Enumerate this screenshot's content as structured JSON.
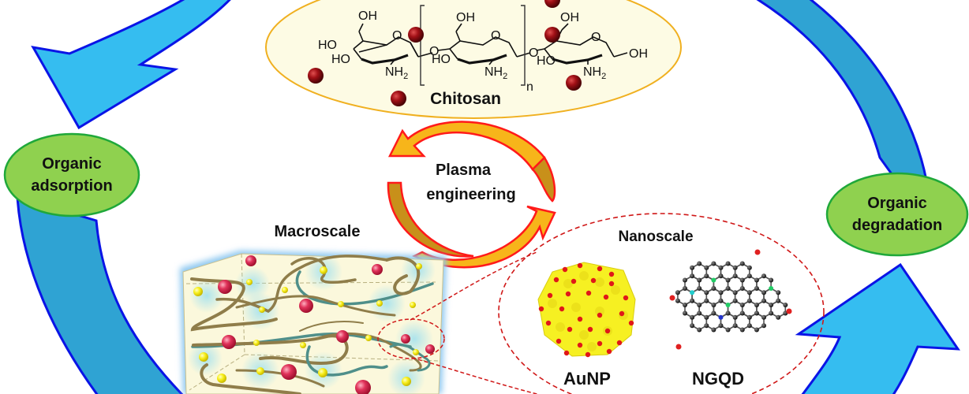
{
  "diagram": {
    "title": "Plasma-engineered chitosan nanocomposite cycle",
    "colors": {
      "cycle_arrow_fill": "#35bdf0",
      "cycle_arrow_dark": "#2fa3d3",
      "cycle_arrow_stroke": "#0a14e6",
      "node_fill": "#8fd14f",
      "node_stroke": "#1fa83a",
      "chitosan_fill": "#fdfbe4",
      "chitosan_stroke": "#f0b020",
      "plasma_arrow_fill": "#f7b51a",
      "plasma_arrow_dark": "#c8901a",
      "plasma_arrow_stroke": "#ff1a1a",
      "dashed_red": "#d01818",
      "bead_dark_red": "#9a0f12",
      "bead_pink": "#e0325a",
      "bead_yellow": "#f7ee1a",
      "fiber": "#8f7d4a",
      "fiber_teal": "#4f8f8a",
      "au_yellow": "#f6f022",
      "au_red": "#e01818"
    },
    "nodes": {
      "left": {
        "line1": "Organic",
        "line2": "adsorption"
      },
      "right": {
        "line1": "Organic",
        "line2": "degradation"
      }
    },
    "chitosan": {
      "label": "Chitosan",
      "groups": {
        "oh": "OH",
        "ho": "HO",
        "o": "O",
        "nh2": "NH",
        "sub2": "2",
        "repeat_n": "n"
      }
    },
    "plasma": {
      "line1": "Plasma",
      "line2": "engineering"
    },
    "macroscale": {
      "label": "Macroscale"
    },
    "nanoscale": {
      "label": "Nanoscale",
      "particles": [
        {
          "label": "AuNP"
        },
        {
          "label": "NGQD"
        }
      ]
    }
  }
}
